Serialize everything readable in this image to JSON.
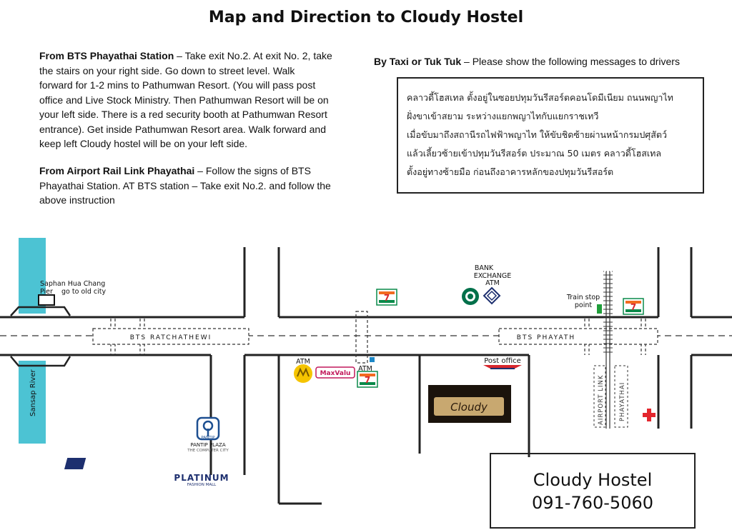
{
  "title": "Map and Direction to Cloudy Hostel",
  "directions": {
    "bts": {
      "heading": "From BTS Phayathai Station",
      "lines": [
        " – Take exit No.2. At exit No. 2, take",
        "the stairs on your right side. Go down to street level.  Walk",
        "forward for 1-2 mins to Pathumwan Resort. (You will pass post",
        "office and Live Stock Ministry. Then Pathumwan Resort will be on",
        "your left side. There is a red security booth at Pathumwan Resort",
        "entrance). Get inside Pathumwan Resort area. Walk forward and",
        "keep left Cloudy hostel will be on your left side."
      ]
    },
    "airport": {
      "heading": "From Airport Rail Link Phayathai",
      "lines": [
        " – Follow the signs of BTS",
        "Phayathai Station. AT BTS station – Take exit No.2. and follow the",
        "above instruction"
      ]
    },
    "taxi": {
      "heading": "By Taxi or Tuk Tuk",
      "text": " – Please show the following messages to drivers"
    }
  },
  "thai_message": [
    "คลาวดี้โฮสเทล ตั้งอยู่ในซอยปทุมวันรีสอร์ตคอนโดมีเนียม ถนนพญาไท",
    "ฝั่งขาเข้าสยาม ระหว่างแยกพญาไทกับแยกราชเทวี",
    "เมื่อขับมาถึงสถานีรถไฟฟ้าพญาไท ให้ขับชิดซ้ายผ่านหน้ากรมปศุสัตว์",
    "แล้วเลี้ยวซ้ายเข้าปทุมวันรีสอร์ต ประมาณ 50 เมตร คลาวดี้โฮสเทล",
    "ตั้งอยู่ทางซ้ายมือ ก่อนถึงอาคารหลักของปทุมวันรีสอร์ต"
  ],
  "map": {
    "pier_line1": "Saphan Hua Chang",
    "pier_line2": "Pier",
    "pier_note": "go to old city",
    "river": "Sansap River",
    "bts_ratchathewi": "BTS  RATCHATHEWI",
    "bts_phayathai": "BTS  PHAYATH",
    "bank_line1": "BANK",
    "bank_line2": "EXCHANGE",
    "bank_line3": "ATM",
    "train_stop_line1": "Train stop",
    "train_stop_line2": "point",
    "atm_left": "ATM",
    "atm_mid": "ATM",
    "maxvalu": "MaxValu",
    "post_office": "Post office",
    "airport_link": "AIRPORT LINK",
    "phayathai_road": "PHAYATHAI",
    "pantip_logo": "PANTIP",
    "pantip_line1": "PANTIP  PLAZA",
    "pantip_line2": "THE COMPUTER CITY",
    "platinum_name": "PLATINUM",
    "platinum_sub": "FASHION MALL",
    "seven_eleven": "7",
    "hostel_sign": "Cloudy"
  },
  "hostel": {
    "name": "Cloudy Hostel",
    "phone": "091-760-5060"
  },
  "colors": {
    "river": "#4cc3d3",
    "seven_green": "#0a8a4a",
    "seven_orange": "#f26b21",
    "seven_red": "#d7262d",
    "starbucks": "#00704a",
    "krungsri_yellow": "#f5c400",
    "post_red": "#d7262d",
    "train_stop": "#1f9e3a",
    "red_cross": "#e3262d"
  }
}
